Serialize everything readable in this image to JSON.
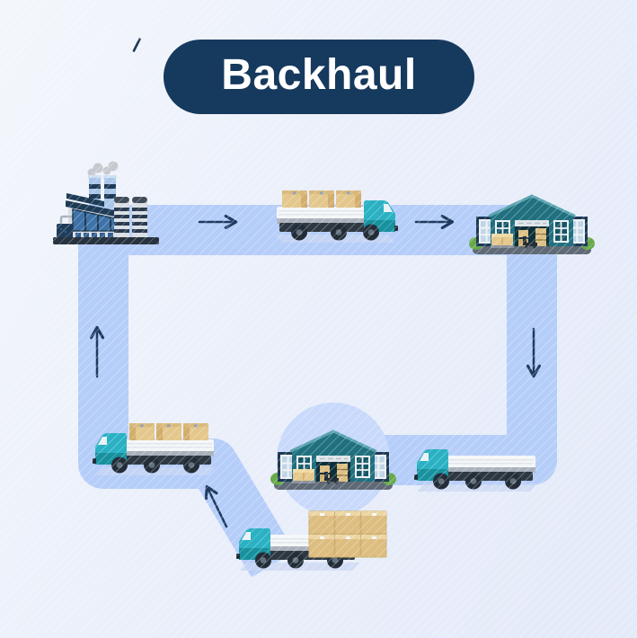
{
  "title": {
    "label": "Backhaul"
  },
  "colors": {
    "title_bg": "#16395e",
    "title_text": "#ffffff",
    "route": "#b5cdf9",
    "route_circle": "#c8d9fb",
    "arrow": "#1e3a5f",
    "building_navy": "#1d3a56",
    "warehouse_teal": "#20707f",
    "truck_cab": "#2ab1c3",
    "truck_cab_dark": "#17919e",
    "cargo_box": "#e4c78c"
  },
  "flow": {
    "direction": "clockwise-loop",
    "nodes": [
      {
        "id": "factory",
        "type": "factory",
        "position": "top-left"
      },
      {
        "id": "destination-warehouse",
        "type": "warehouse",
        "position": "top-right"
      },
      {
        "id": "backhaul-warehouse",
        "type": "warehouse",
        "position": "bottom-center",
        "highlighted": true
      }
    ],
    "vehicles": [
      {
        "id": "outbound-truck",
        "cargo": "loaded",
        "heading": "right",
        "position": "top-center"
      },
      {
        "id": "empty-return-truck",
        "cargo": "empty",
        "heading": "left",
        "position": "bottom-right"
      },
      {
        "id": "loading-truck",
        "cargo": "loading",
        "heading": "left",
        "position": "bottom-center"
      },
      {
        "id": "backhaul-loaded-truck",
        "cargo": "loaded",
        "heading": "left",
        "position": "left-bottom"
      }
    ],
    "arrows": [
      "right",
      "right",
      "down",
      "up-left",
      "up"
    ]
  }
}
